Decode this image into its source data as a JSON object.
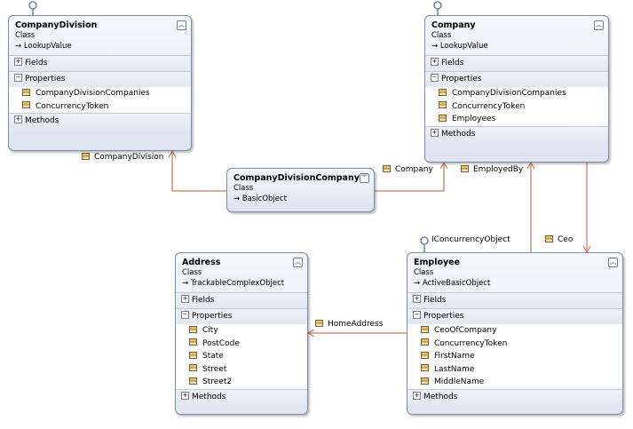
{
  "classes": {
    "company_division": {
      "name": "CompanyDivision",
      "type": "Class",
      "base": "LookupValue",
      "fields_label": "Fields",
      "properties_label": "Properties",
      "methods_label": "Methods",
      "properties": [
        "CompanyDivisionCompanies",
        "ConcurrencyToken"
      ]
    },
    "company": {
      "name": "Company",
      "type": "Class",
      "base": "LookupValue",
      "fields_label": "Fields",
      "properties_label": "Properties",
      "methods_label": "Methods",
      "properties": [
        "CompanyDivisionCompanies",
        "ConcurrencyToken",
        "Employees"
      ]
    },
    "company_division_company": {
      "name": "CompanyDivisionCompany",
      "type": "Class",
      "base": "BasicObject"
    },
    "address": {
      "name": "Address",
      "type": "Class",
      "base": "TrackableComplexObject",
      "fields_label": "Fields",
      "properties_label": "Properties",
      "methods_label": "Methods",
      "properties": [
        "City",
        "PostCode",
        "State",
        "Street",
        "Street2"
      ]
    },
    "employee": {
      "name": "Employee",
      "type": "Class",
      "base": "ActiveBasicObject",
      "fields_label": "Fields",
      "properties_label": "Properties",
      "methods_label": "Methods",
      "properties": [
        "CeoOfCompany",
        "ConcurrencyToken",
        "FirstName",
        "LastName",
        "MiddleName"
      ]
    }
  },
  "associations": {
    "company_division": "CompanyDivision",
    "company": "Company",
    "employed_by": "EmployedBy",
    "ceo": "Ceo",
    "home_address": "HomeAddress"
  },
  "interfaces": {
    "employee": "IConcurrencyObject"
  },
  "colors": {
    "association_line": "#c87d5e",
    "box_border": "#7a8ca8",
    "lollipop": "#5a6fa8"
  }
}
